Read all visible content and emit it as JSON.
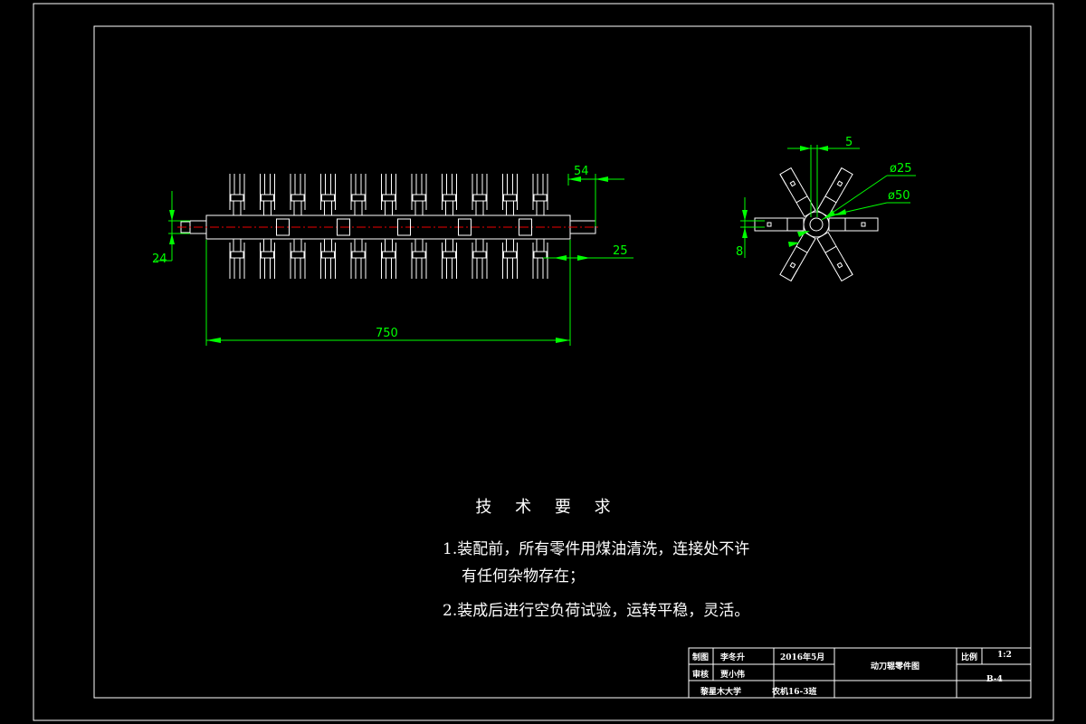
{
  "dimensions": {
    "length": "750",
    "pitch": "54",
    "blade_width": "25",
    "shaft_height": "24",
    "thickness": "5",
    "inner_dia": "ø25",
    "outer_dia": "ø50",
    "key": "8"
  },
  "technical_requirements": {
    "title": "技 术 要 求",
    "item1_line1": "1.装配前，所有零件用煤油清洗，连接处不许",
    "item1_line2": "有任何杂物存在；",
    "item2": "2.装成后进行空负荷试验，运转平稳，灵活。"
  },
  "title_block": {
    "drawn_label": "制图",
    "drawn_name": "李冬升",
    "date": "2016年5月",
    "checked_label": "审核",
    "checked_name": "贾小伟",
    "drawing_name": "动刀辊零件图",
    "scale_label": "比例",
    "scale": "1:2",
    "drawing_no": "B-4",
    "school": "黎星木大学",
    "class": "农机16-3班"
  },
  "colors": {
    "background": "#000000",
    "lines": "#ffffff",
    "dimensions": "#00ff00",
    "centerline": "#ee0000"
  }
}
